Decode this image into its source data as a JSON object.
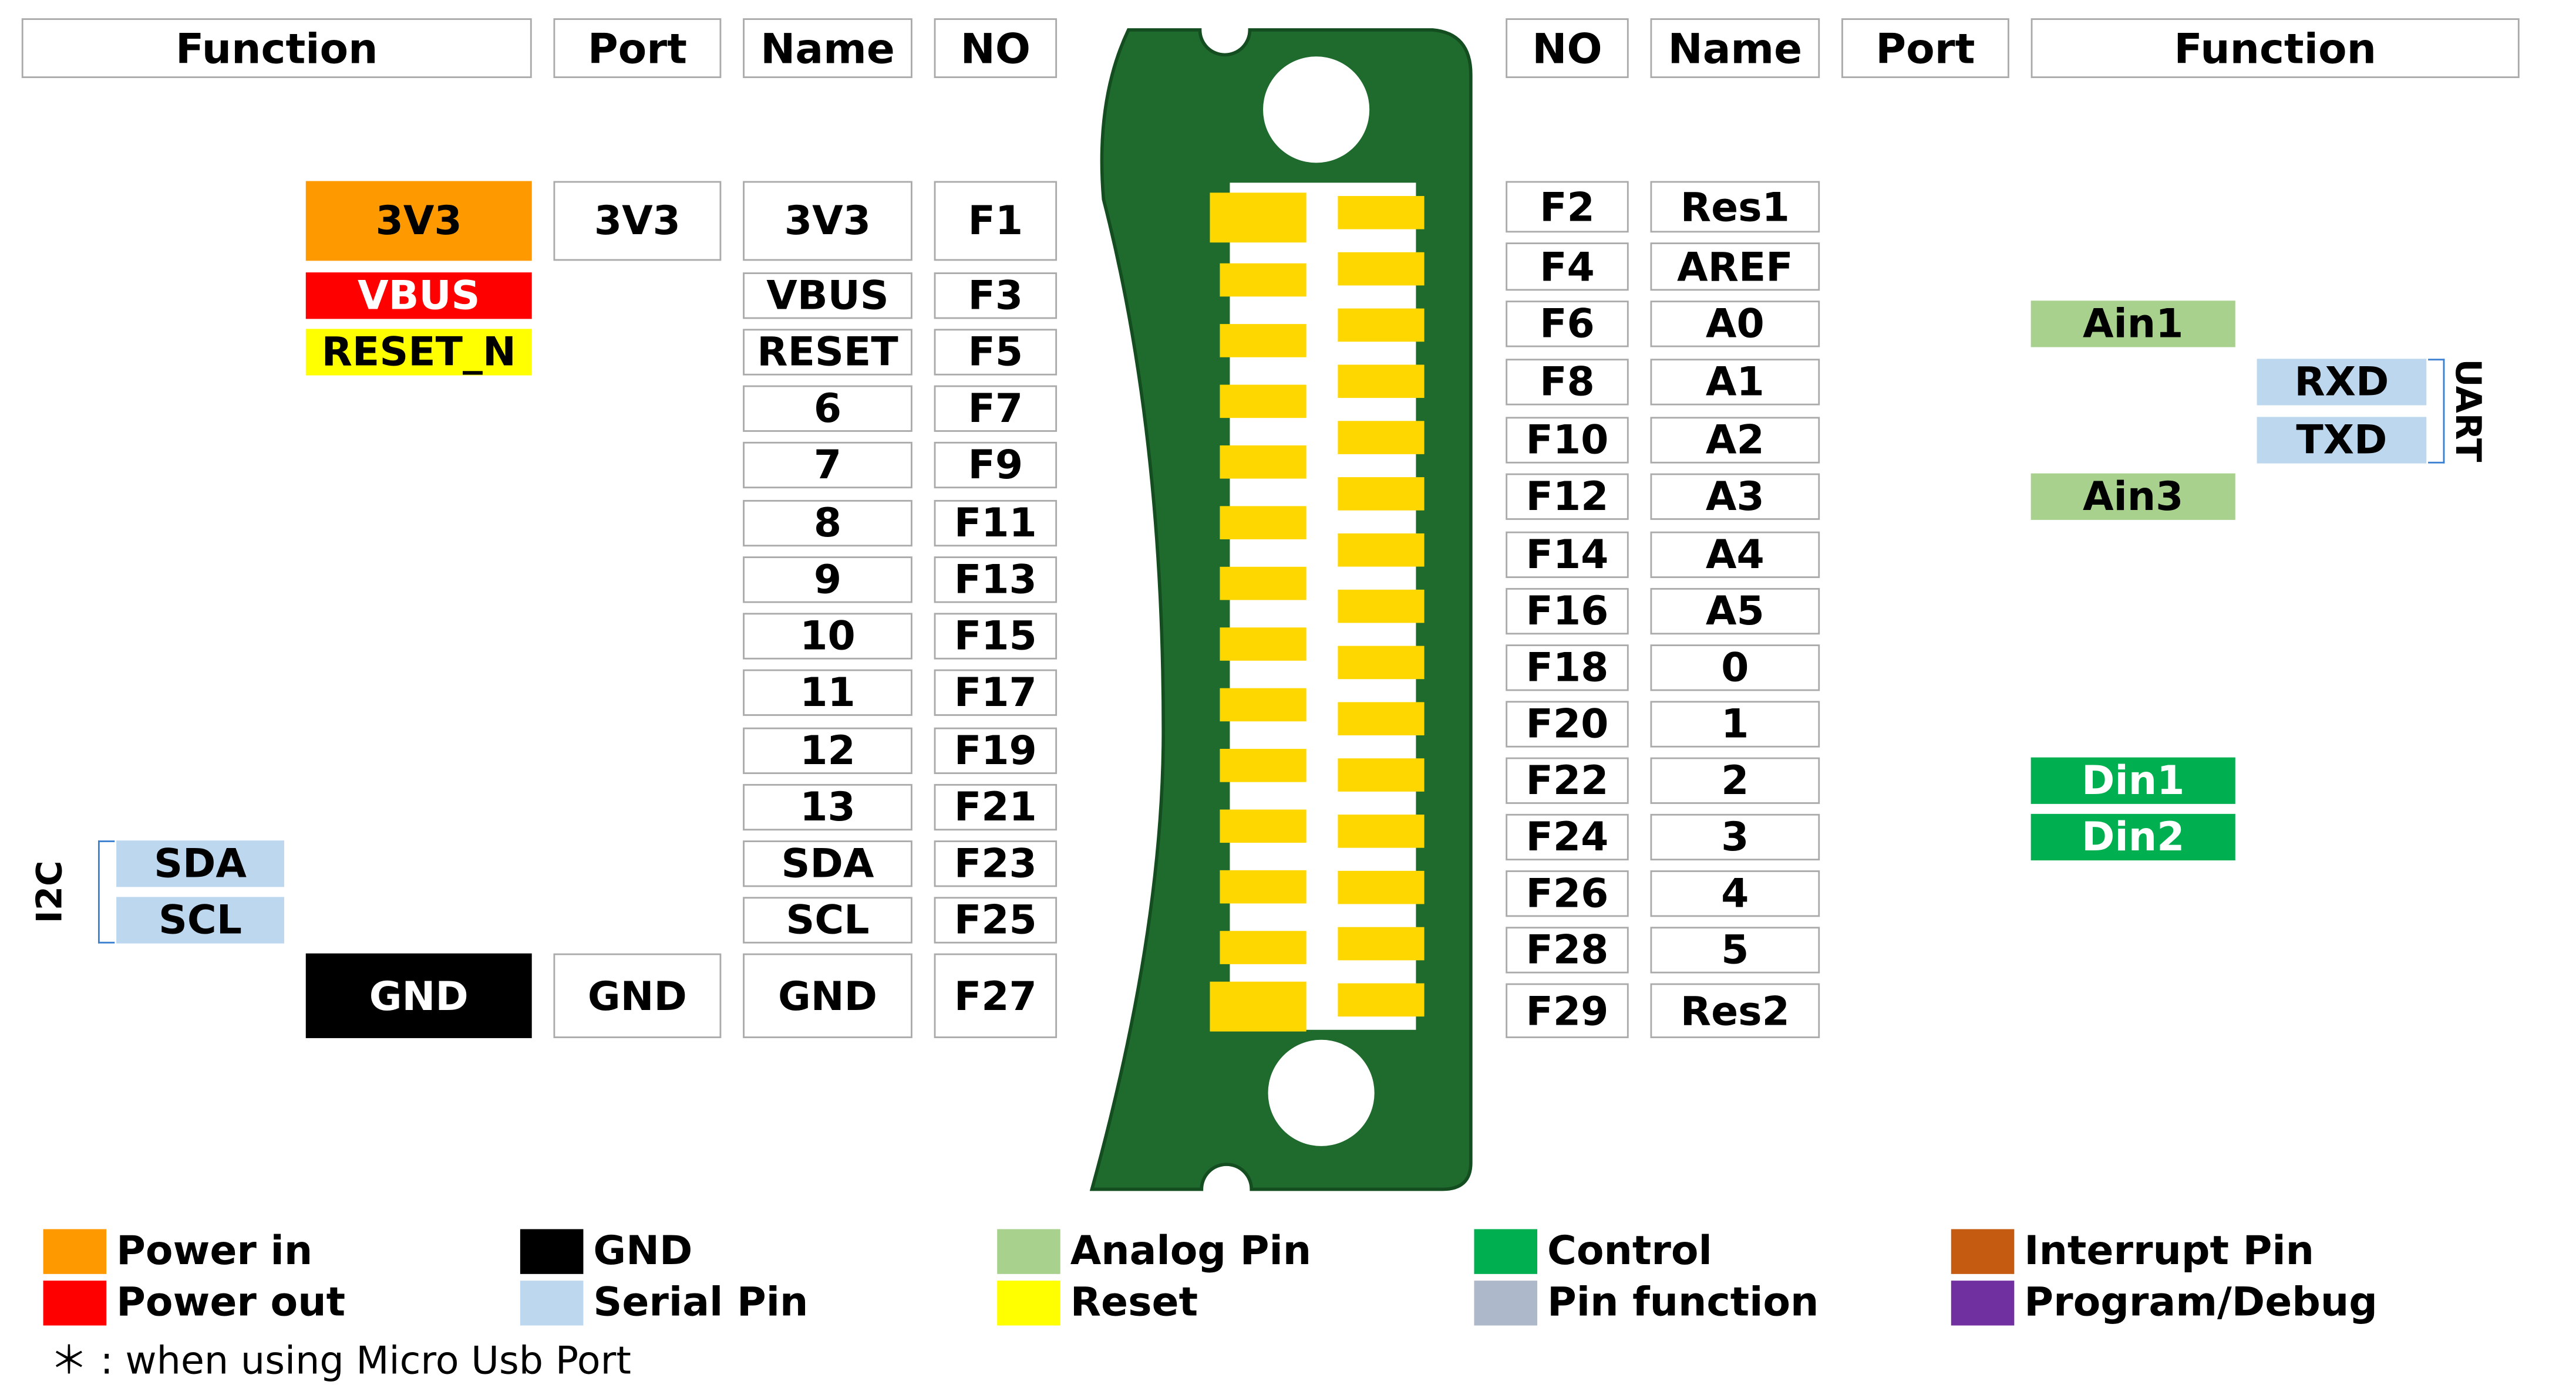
{
  "headers_left": [
    "Function",
    "Port",
    "Name",
    "NO"
  ],
  "headers_right": [
    "NO",
    "Name",
    "Port",
    "Function"
  ],
  "left_rows": [
    {
      "no": "F1",
      "name": "3V3",
      "port": "3V3",
      "function": "3V3",
      "function_color": "#FF9900"
    },
    {
      "no": "F3",
      "name": "VBUS",
      "port": "",
      "function": "VBUS",
      "function_color": "#FF0000"
    },
    {
      "no": "F5",
      "name": "RESET",
      "port": "",
      "function": "RESET_N",
      "function_color": "#FFFF00"
    },
    {
      "no": "F7",
      "name": "6",
      "port": "",
      "function": "",
      "function_color": ""
    },
    {
      "no": "F9",
      "name": "7",
      "port": "",
      "function": "",
      "function_color": ""
    },
    {
      "no": "F11",
      "name": "8",
      "port": "",
      "function": "",
      "function_color": ""
    },
    {
      "no": "F13",
      "name": "9",
      "port": "",
      "function": "",
      "function_color": ""
    },
    {
      "no": "F15",
      "name": "10",
      "port": "",
      "function": "",
      "function_color": ""
    },
    {
      "no": "F17",
      "name": "11",
      "port": "",
      "function": "",
      "function_color": ""
    },
    {
      "no": "F19",
      "name": "12",
      "port": "",
      "function": "",
      "function_color": ""
    },
    {
      "no": "F21",
      "name": "13",
      "port": "",
      "function": "",
      "function_color": ""
    },
    {
      "no": "F23",
      "name": "SDA",
      "port": "",
      "function": "SDA",
      "function_color": "#BDD7EE"
    },
    {
      "no": "F25",
      "name": "SCL",
      "port": "",
      "function": "SCL",
      "function_color": "#BDD7EE"
    },
    {
      "no": "F27",
      "name": "GND",
      "port": "GND",
      "function": "GND",
      "function_color": "#000000"
    }
  ],
  "right_rows": [
    {
      "no": "F2",
      "name": "Res1",
      "port": "",
      "function": "",
      "function_color": ""
    },
    {
      "no": "F4",
      "name": "AREF",
      "port": "",
      "function": "",
      "function_color": ""
    },
    {
      "no": "F6",
      "name": "A0",
      "port": "",
      "function": "Ain1",
      "function_color": "#A9D18E"
    },
    {
      "no": "F8",
      "name": "A1",
      "port": "",
      "function": "RXD",
      "function_color": "#BDD7EE"
    },
    {
      "no": "F10",
      "name": "A2",
      "port": "",
      "function": "TXD",
      "function_color": "#BDD7EE"
    },
    {
      "no": "F12",
      "name": "A3",
      "port": "",
      "function": "Ain3",
      "function_color": "#A9D18E"
    },
    {
      "no": "F14",
      "name": "A4",
      "port": "",
      "function": "",
      "function_color": ""
    },
    {
      "no": "F16",
      "name": "A5",
      "port": "",
      "function": "",
      "function_color": ""
    },
    {
      "no": "F18",
      "name": "0",
      "port": "",
      "function": "",
      "function_color": ""
    },
    {
      "no": "F20",
      "name": "1",
      "port": "",
      "function": "",
      "function_color": ""
    },
    {
      "no": "F22",
      "name": "2",
      "port": "",
      "function": "Din1",
      "function_color": "#00B050"
    },
    {
      "no": "F24",
      "name": "3",
      "port": "",
      "function": "Din2",
      "function_color": "#00B050"
    },
    {
      "no": "F26",
      "name": "4",
      "port": "",
      "function": "",
      "function_color": ""
    },
    {
      "no": "F28",
      "name": "5",
      "port": "",
      "function": "",
      "function_color": ""
    },
    {
      "no": "F29",
      "name": "Res2",
      "port": "",
      "function": "",
      "function_color": ""
    }
  ],
  "group_labels": {
    "i2c": "I2C",
    "uart": "UART"
  },
  "legend": [
    {
      "label": "Power in",
      "color": "#FF9900"
    },
    {
      "label": "Power out",
      "color": "#FF0000"
    },
    {
      "label": "GND",
      "color": "#000000"
    },
    {
      "label": "Serial Pin",
      "color": "#BDD7EE"
    },
    {
      "label": "Analog Pin",
      "color": "#A9D18E"
    },
    {
      "label": "Reset",
      "color": "#FFFF00"
    },
    {
      "label": "Control",
      "color": "#00B050"
    },
    {
      "label": "Pin function",
      "color": "#ADB9CA"
    },
    {
      "label": "Interrupt Pin",
      "color": "#C55A11"
    },
    {
      "label": "Program/Debug",
      "color": "#7030A0"
    }
  ],
  "note": "＊ : when using Micro Usb Port",
  "colors": {
    "board": "#1F6B2E",
    "pad": "#FFD700",
    "hole": "#ffffff"
  }
}
